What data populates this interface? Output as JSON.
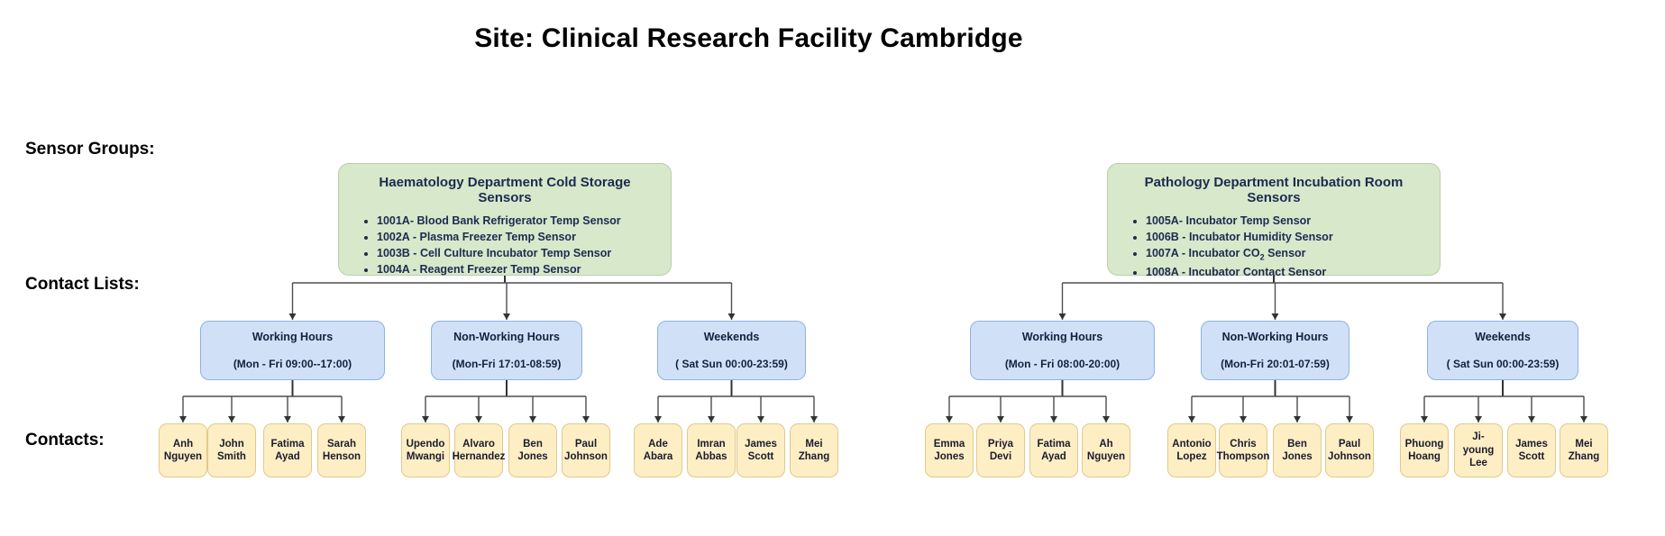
{
  "page": {
    "title": "Site: Clinical Research Facility Cambridge"
  },
  "row_labels": {
    "sensor_groups": "Sensor Groups:",
    "contact_lists": "Contact Lists:",
    "contacts": "Contacts:"
  },
  "colors": {
    "group_fill": "#d7e8cb",
    "group_stroke": "#b9cfa8",
    "list_fill": "#cfe0f7",
    "list_stroke": "#8fb3e0",
    "contact_fill": "#fdeec4",
    "contact_stroke": "#e2c98c",
    "connector": "#4d4d4d",
    "text": "#1d2b50"
  },
  "groups": [
    {
      "id": "haematology",
      "title": "Haematology Department Cold Storage Sensors",
      "sensors": [
        "1001A- Blood Bank Refrigerator Temp Sensor",
        "1002A - Plasma Freezer Temp Sensor",
        "1003B - Cell Culture Incubator Temp Sensor",
        "1004A - Reagent Freezer Temp Sensor"
      ],
      "contact_lists": [
        {
          "name": "Working Hours",
          "window": "(Mon - Fri  09:00--17:00)",
          "contacts": [
            "Anh Nguyen",
            "John Smith",
            "Fatima Ayad",
            "Sarah Henson"
          ]
        },
        {
          "name": "Non-Working Hours",
          "window": "(Mon-Fri 17:01-08:59)",
          "contacts": [
            "Upendo Mwangi",
            "Alvaro Hernandez",
            "Ben Jones",
            "Paul Johnson"
          ]
        },
        {
          "name": "Weekends",
          "window": "( Sat Sun 00:00-23:59)",
          "contacts": [
            "Ade Abara",
            "Imran Abbas",
            "James Scott",
            "Mei Zhang"
          ]
        }
      ]
    },
    {
      "id": "pathology",
      "title": "Pathology Department Incubation Room Sensors",
      "sensors": [
        "1005A- Incubator Temp Sensor",
        "1006B - Incubator Humidity Sensor",
        "1007A - Incubator CO2 Sensor",
        "1008A - Incubator Contact Sensor"
      ],
      "sensors_html": [
        "1005A- Incubator Temp Sensor",
        "1006B - Incubator Humidity Sensor",
        "1007A - Incubator CO<sub>2</sub> Sensor",
        "1008A - Incubator Contact Sensor"
      ],
      "contact_lists": [
        {
          "name": "Working Hours",
          "window": "(Mon - Fri  08:00-20:00)",
          "contacts": [
            "Emma Jones",
            "Priya Devi",
            "Fatima Ayad",
            "Ah Nguyen"
          ]
        },
        {
          "name": "Non-Working Hours",
          "window": "(Mon-Fri 20:01-07:59)",
          "contacts": [
            "Antonio Lopez",
            "Chris Thompson",
            "Ben Jones",
            "Paul Johnson"
          ]
        },
        {
          "name": "Weekends",
          "window": "( Sat Sun 00:00-23:59)",
          "contacts": [
            "Phuong Hoang",
            "Ji-young Lee",
            "James Scott",
            "Mei Zhang"
          ]
        }
      ]
    }
  ]
}
